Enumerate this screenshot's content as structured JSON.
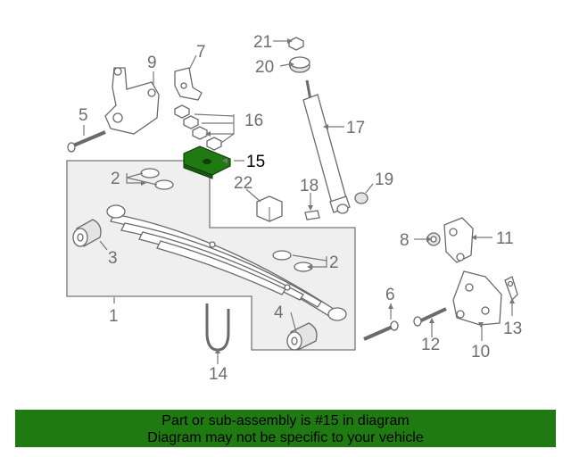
{
  "diagram": {
    "highlight_color": "#1f7a12",
    "callouts": [
      {
        "id": "c1",
        "label": "1"
      },
      {
        "id": "c2a",
        "label": "2"
      },
      {
        "id": "c2b",
        "label": "2"
      },
      {
        "id": "c3",
        "label": "3"
      },
      {
        "id": "c4",
        "label": "4"
      },
      {
        "id": "c5",
        "label": "5"
      },
      {
        "id": "c6",
        "label": "6"
      },
      {
        "id": "c7",
        "label": "7"
      },
      {
        "id": "c8",
        "label": "8"
      },
      {
        "id": "c9",
        "label": "9"
      },
      {
        "id": "c10",
        "label": "10"
      },
      {
        "id": "c11",
        "label": "11"
      },
      {
        "id": "c12",
        "label": "12"
      },
      {
        "id": "c13",
        "label": "13"
      },
      {
        "id": "c14",
        "label": "14"
      },
      {
        "id": "c15",
        "label": "15"
      },
      {
        "id": "c16",
        "label": "16"
      },
      {
        "id": "c17",
        "label": "17"
      },
      {
        "id": "c18",
        "label": "18"
      },
      {
        "id": "c19",
        "label": "19"
      },
      {
        "id": "c20",
        "label": "20"
      },
      {
        "id": "c21",
        "label": "21"
      },
      {
        "id": "c22",
        "label": "22"
      }
    ]
  },
  "banner": {
    "line1": "Part or sub-assembly is #15 in diagram",
    "line2": "Diagram may not be specific to your vehicle",
    "background": "#1f7a12"
  }
}
